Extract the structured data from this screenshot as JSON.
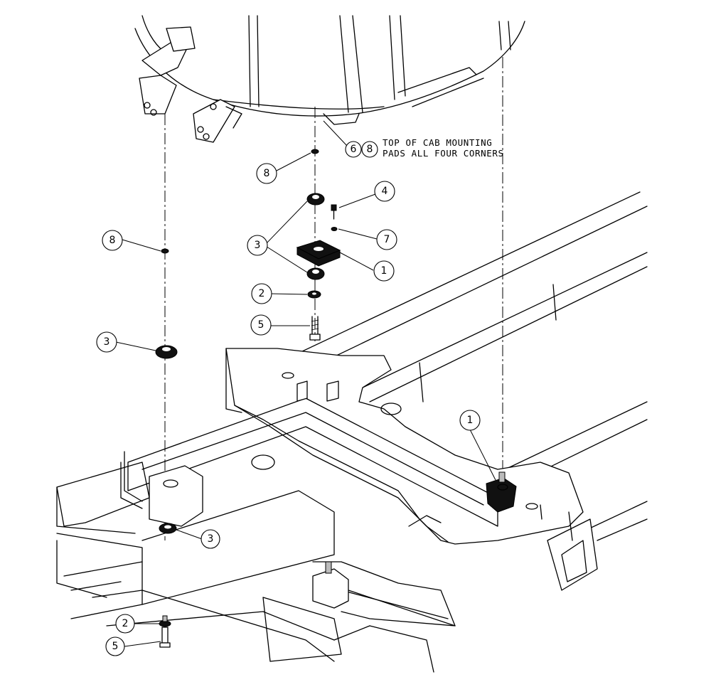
{
  "note": {
    "line1": "TOP OF CAB MOUNTING",
    "line2": "PADS ALL FOUR CORNERS"
  },
  "callouts": [
    {
      "id": "callout-6-top",
      "label": "6"
    },
    {
      "id": "callout-8-top",
      "label": "8"
    },
    {
      "id": "callout-8-center",
      "label": "8"
    },
    {
      "id": "callout-8-left",
      "label": "8"
    },
    {
      "id": "callout-4",
      "label": "4"
    },
    {
      "id": "callout-7",
      "label": "7"
    },
    {
      "id": "callout-3-center",
      "label": "3"
    },
    {
      "id": "callout-1-center",
      "label": "1"
    },
    {
      "id": "callout-2-center",
      "label": "2"
    },
    {
      "id": "callout-5-center",
      "label": "5"
    },
    {
      "id": "callout-3-left",
      "label": "3"
    },
    {
      "id": "callout-1-right",
      "label": "1"
    },
    {
      "id": "callout-3-lower",
      "label": "3"
    },
    {
      "id": "callout-2-lower",
      "label": "2"
    },
    {
      "id": "callout-5-lower",
      "label": "5"
    }
  ]
}
